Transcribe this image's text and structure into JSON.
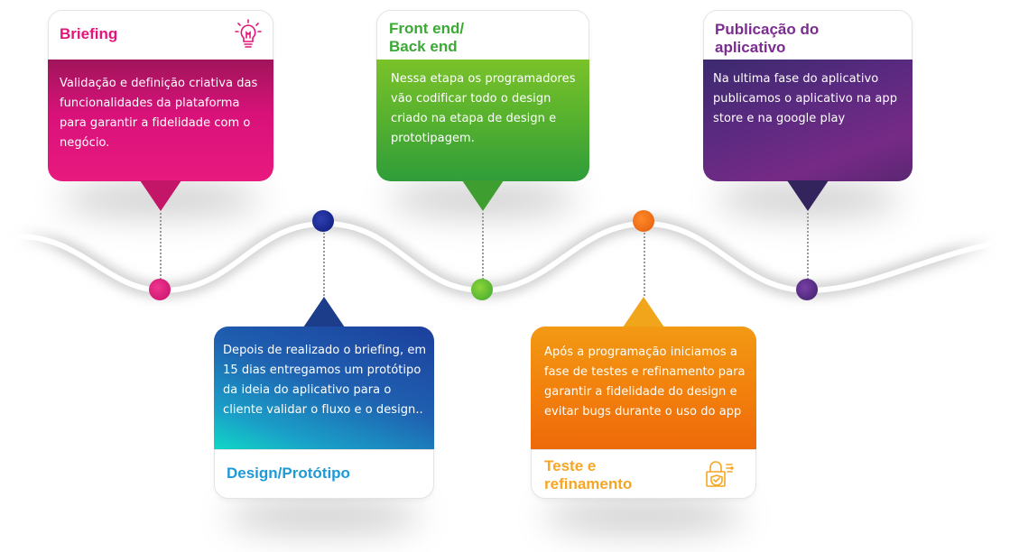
{
  "steps": [
    {
      "title": "Briefing",
      "text": "Validação e definição criativa das funcionalidades da plataforma para garantir a fidelidade com o negócio.",
      "icon": "lightbulb-icon",
      "color": "#e3157a"
    },
    {
      "title": "Design/Protótipo",
      "text": "Depois de realizado o briefing, em 15 dias entregamos um protótipo da ideia do aplicativo para o cliente validar o fluxo e o design..",
      "color": "#1e9ad6"
    },
    {
      "title_line1": "Front end/",
      "title_line2": "Back end",
      "text": "Nessa etapa os programadores vão codificar todo o design criado  na etapa de design e prototipagem.",
      "color": "#3aaa35"
    },
    {
      "title_line1": "Teste e",
      "title_line2": "refinamento",
      "text": "Após a programação iniciamos a fase de testes e refinamento para garantir a  fidelidade do design e evitar bugs durante o uso do app",
      "icon": "shield-lock-icon",
      "color": "#f6a623"
    },
    {
      "title_line1": "Publicação do",
      "title_line2": "aplicativo",
      "text": "Na ultima fase do aplicativo publicamos o aplicativo na app store e na google play",
      "color": "#6a2c8f"
    }
  ]
}
